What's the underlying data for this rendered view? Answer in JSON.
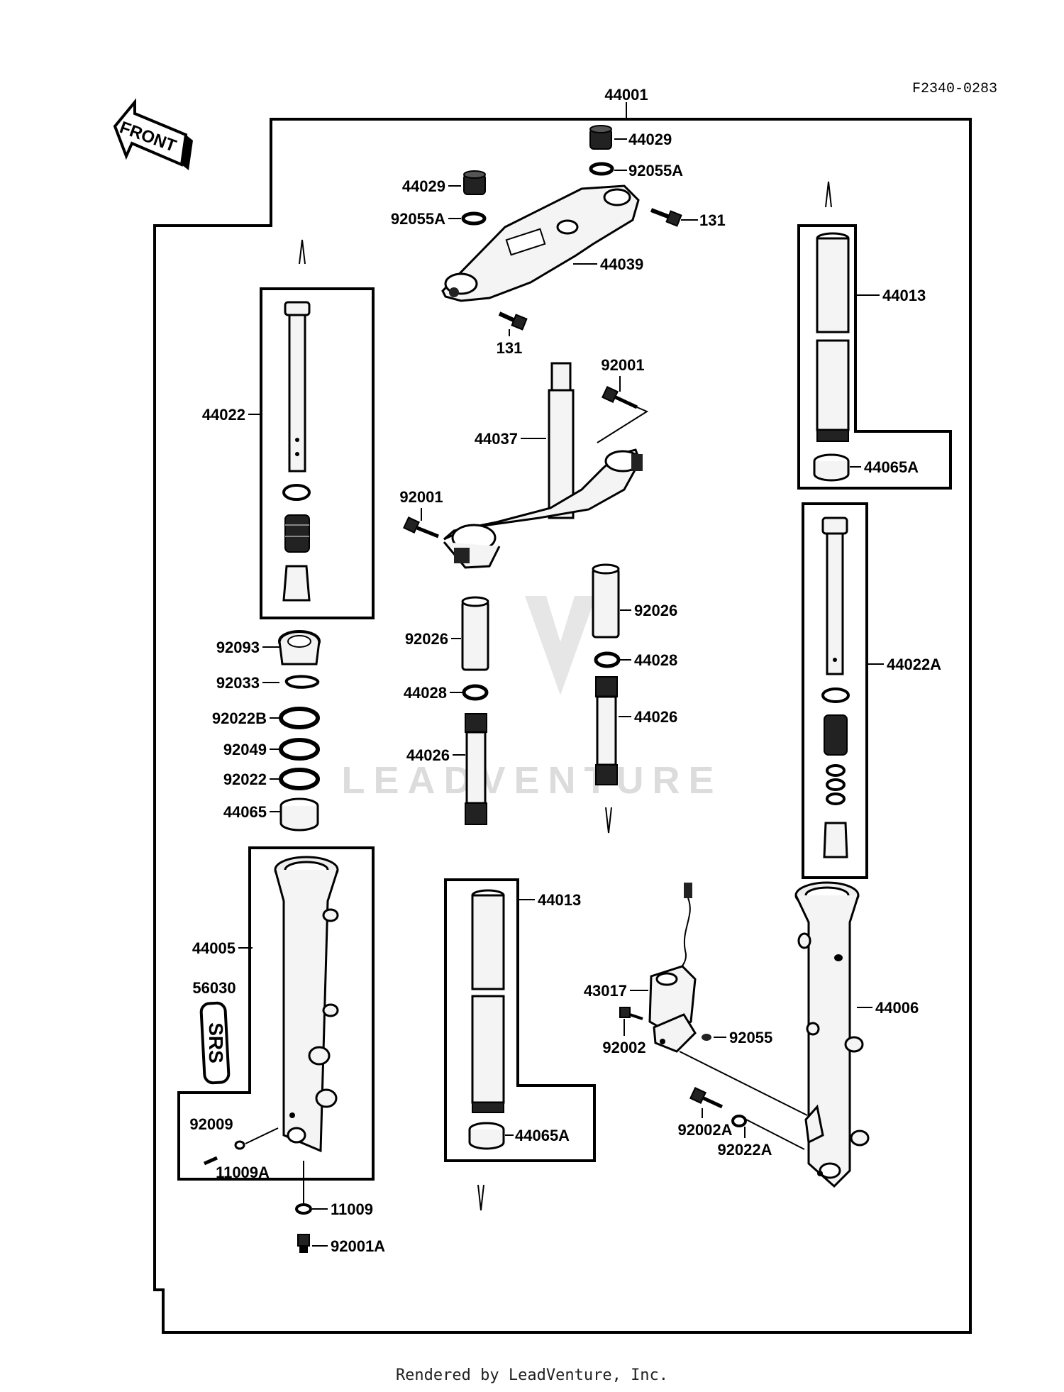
{
  "diagram": {
    "ref_code": "F2340-0283",
    "front_label": "FRONT",
    "watermark": "LEADVENTURE",
    "footer": "Rendered by LeadVenture, Inc.",
    "callouts": {
      "assembly": "44001",
      "cap_top": "44029",
      "oring_top": "92055A",
      "cap_left": "44029",
      "oring_left": "92055A",
      "bolt_131_right": "131",
      "upper_bracket": "44039",
      "bolt_131_lower": "131",
      "stem_bolt_top": "92001",
      "stem": "44037",
      "stem_bolt_left": "92001",
      "left_tube_assy": "44022",
      "right_top_pipe": "44013",
      "right_top_bush": "44065A",
      "right_cyl_assy": "44022A",
      "collar_right": "92026",
      "collar_left": "92026",
      "seat_right": "44028",
      "seat_left": "44028",
      "spring_right": "44026",
      "spring_left": "44026",
      "dust_seal": "92093",
      "circlip": "92033",
      "washer_22b": "92022B",
      "oil_seal": "92049",
      "washer_22": "92022",
      "bush": "44065",
      "outer_left": "44005",
      "emblem": "56030",
      "emblem_text": "SRS",
      "screw": "92009",
      "washer_small": "11009A",
      "gasket": "11009",
      "bottom_bolt": "92001A",
      "center_pipe": "44013",
      "center_bush": "44065A",
      "valve": "43017",
      "valve_bolt": "92002",
      "valve_oring": "92055",
      "bolt_92002a": "92002A",
      "washer_92022a": "92022A",
      "outer_right": "44006"
    }
  }
}
